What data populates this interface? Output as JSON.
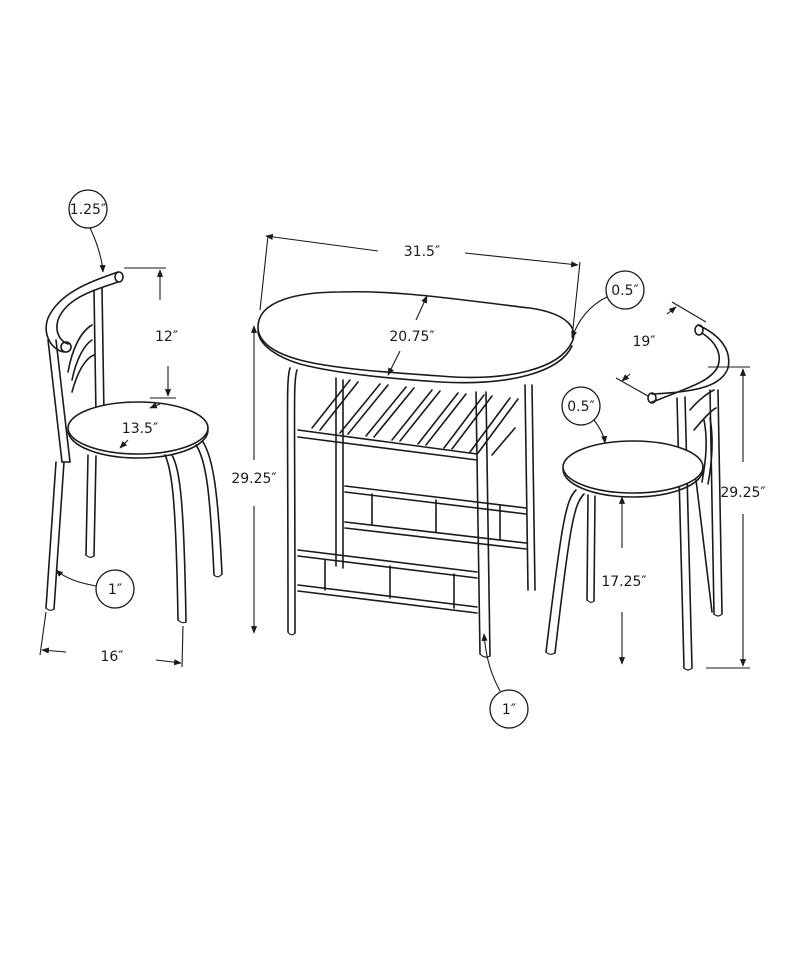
{
  "diagram": {
    "title": "Bistro table and two chairs dimension drawing",
    "line_color": "#1a1a1a",
    "background": "#ffffff",
    "left_chair": {
      "backrest_tube_callout": "1.25″",
      "backrest_height": "12″",
      "seat_diameter": "13.5″",
      "leg_tube_callout": "1″",
      "footprint_width": "16″"
    },
    "table": {
      "top_length": "31.5″",
      "top_width": "20.75″",
      "height": "29.25″",
      "leg_tube_callout": "1″"
    },
    "right_chair": {
      "table_edge_callout": "0.5″",
      "seat_thickness_callout": "0.5″",
      "backrest_width": "19″",
      "overall_height": "29.25″",
      "seat_height": "17.25″"
    }
  }
}
